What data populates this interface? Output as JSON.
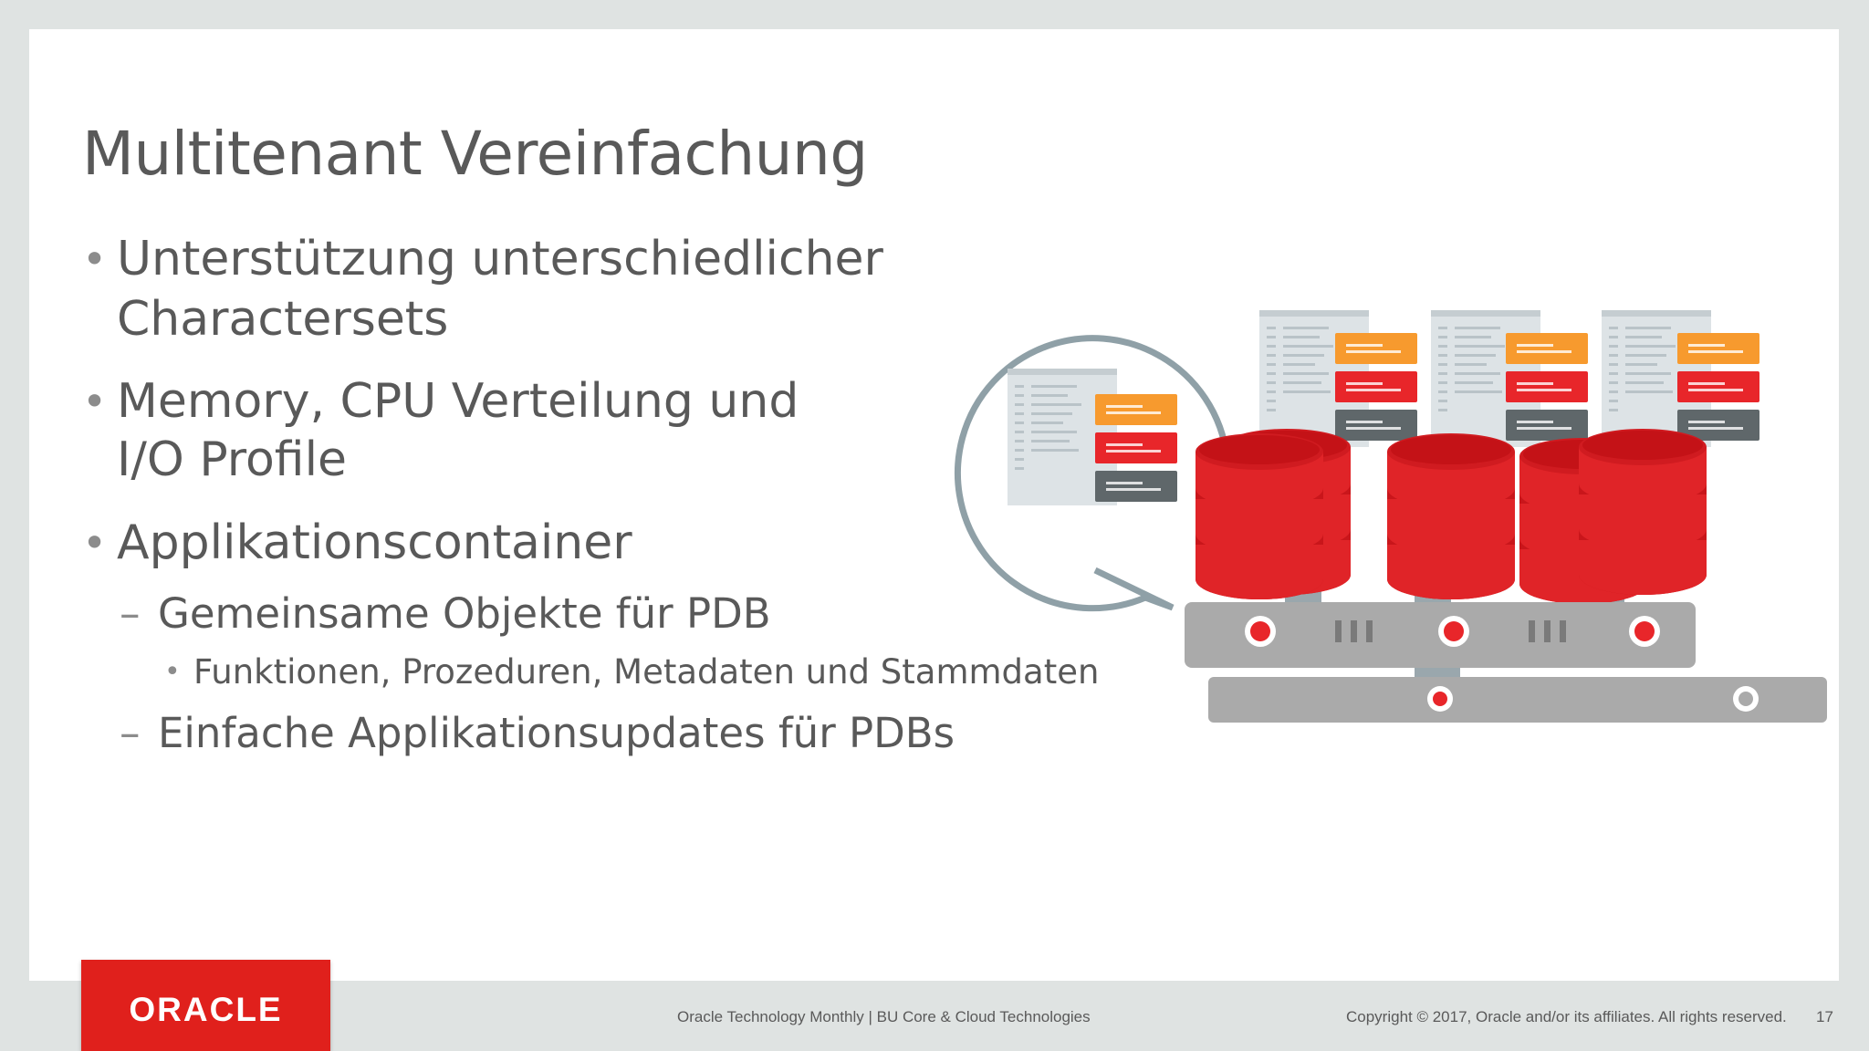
{
  "slide": {
    "title": "Multitenant Vereinfachung",
    "bullets": {
      "b1_line1": "Unterstützung unterschiedlicher",
      "b1_line2": "Charactersets",
      "b2_line1": "Memory, CPU Verteilung und",
      "b2_line2": "I/O Profile",
      "b3": "Applikationscontainer",
      "b3_sub1": "Gemeinsame Objekte für PDB",
      "b3_sub1_sub": "Funktionen, Prozeduren, Metadaten und Stammdaten",
      "b3_sub2": "Einfache Applikationsupdates für PDBs"
    },
    "bullet_symbol": "•",
    "dash_symbol": "–"
  },
  "footer": {
    "logo": "ORACLE",
    "center_text": "Oracle Technology Monthly | BU Core & Cloud Technologies",
    "copyright": "Copyright © 2017, Oracle and/or its affiliates. All rights reserved.",
    "page_number": "17"
  },
  "colors": {
    "oracle_red": "#e0201c",
    "text_gray": "#595959",
    "orange": "#f79a2e",
    "dark_gray": "#5f676a"
  },
  "illustration": {
    "icon": "multitenant-database-server-illustration"
  }
}
